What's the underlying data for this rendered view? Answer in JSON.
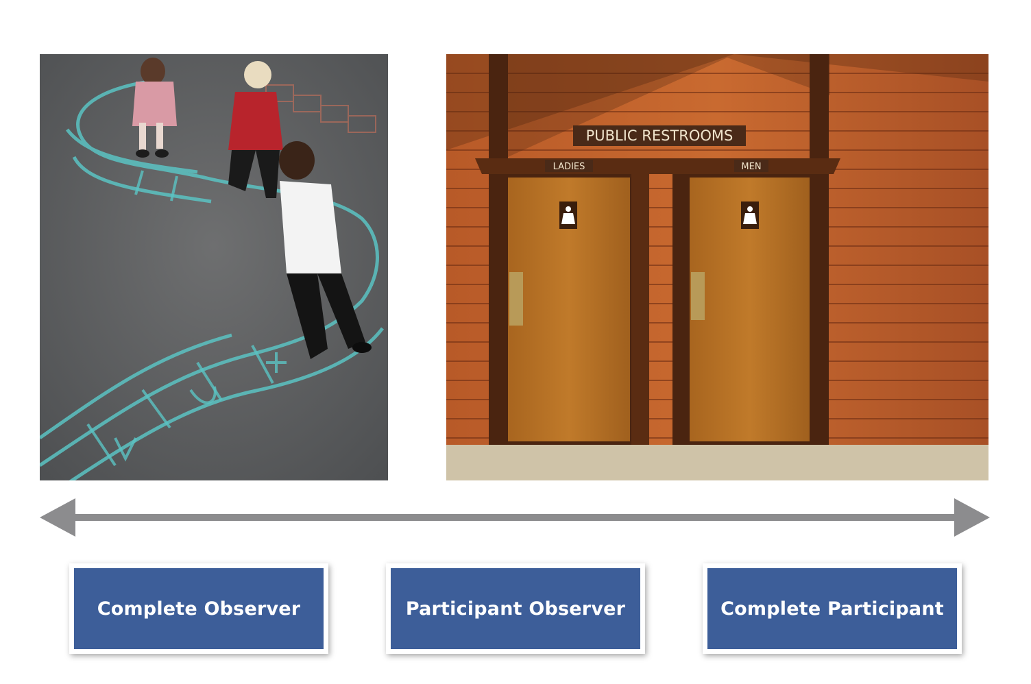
{
  "photos": {
    "left": {
      "subject": "children-running-on-playground"
    },
    "right": {
      "sign_main": "PUBLIC RESTROOMS",
      "sign_ladies": "LADIES",
      "sign_men": "MEN"
    }
  },
  "spectrum": {
    "arrow_color": "#8c8c8e"
  },
  "roles": [
    {
      "label": "Complete Observer"
    },
    {
      "label": "Participant Observer"
    },
    {
      "label": "Complete Participant"
    }
  ],
  "colors": {
    "box_fill": "#3d5e99",
    "box_border": "#ffffff"
  }
}
